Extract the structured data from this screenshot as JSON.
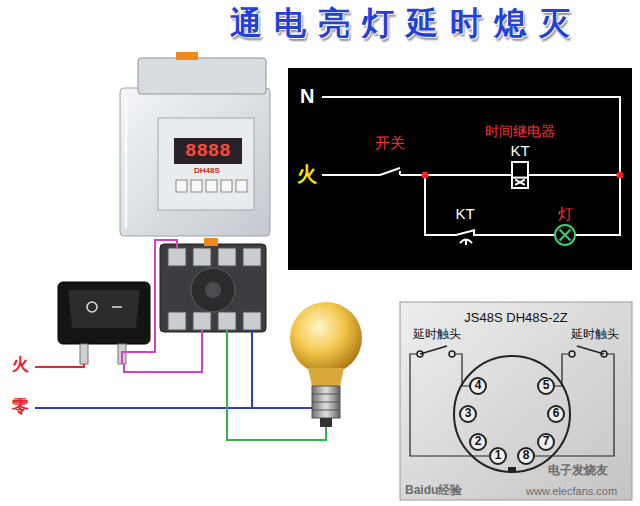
{
  "diagram": {
    "title": "通电亮灯延时熄灭",
    "nodes": [
      {
        "text": [
          "开关"
        ]
      },
      {
        "text": [
          "时间继电器",
          "KT"
        ]
      },
      {
        "text": [
          "KT"
        ]
      },
      {
        "text": [
          "灯"
        ]
      },
      {
        "text": [
          "JS48S DH48S-2Z"
        ]
      },
      {
        "text": [
          "1"
        ],
        "in": 4
      },
      {
        "text": [
          "2"
        ],
        "in": 4
      },
      {
        "text": [
          "3"
        ],
        "in": 4
      },
      {
        "text": [
          "4"
        ],
        "in": 4
      },
      {
        "text": [
          "5"
        ],
        "in": 4
      },
      {
        "text": [
          "6"
        ],
        "in": 4
      },
      {
        "text": [
          "7"
        ],
        "in": 4
      },
      {
        "text": [
          "8"
        ],
        "in": 4
      }
    ],
    "edges": [
      {
        "from": 0,
        "to": 1,
        "arrow": "none"
      },
      {
        "from": 0,
        "to": 2,
        "arrow": "none"
      },
      {
        "from": 2,
        "to": 3,
        "arrow": "none"
      },
      {
        "from": 3,
        "to": 1,
        "arrow": "none"
      }
    ],
    "labels": [
      "N",
      "火",
      "火",
      "零",
      "8888",
      "DH48S",
      "延时触头",
      "延时触头",
      "Baidu经验",
      "电子发烧友",
      "www.elecfans.com"
    ]
  }
}
